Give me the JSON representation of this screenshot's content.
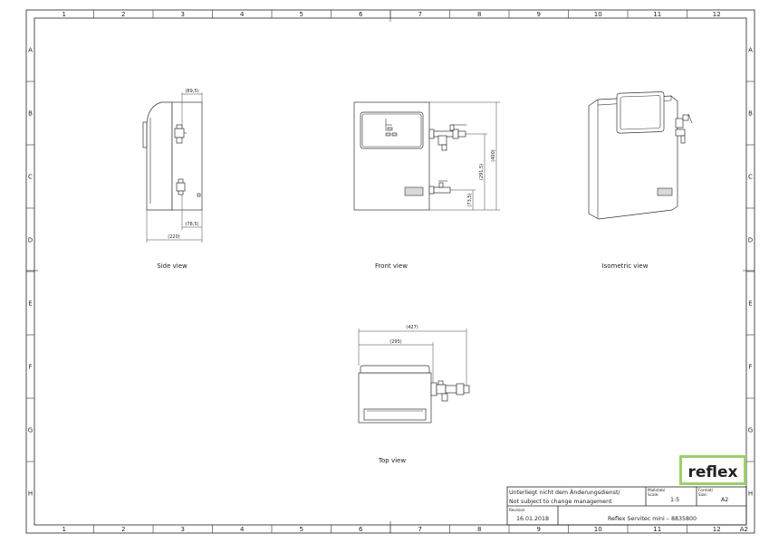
{
  "sheet": {
    "columns": [
      "1",
      "2",
      "3",
      "4",
      "5",
      "6",
      "7",
      "8",
      "9",
      "10",
      "11",
      "12"
    ],
    "rows": [
      "A",
      "B",
      "C",
      "D",
      "E",
      "F",
      "G",
      "H"
    ],
    "corner_mark": "A2"
  },
  "views": {
    "side": {
      "label": "Side view",
      "dim_top": "(89,5)",
      "dim_bottom_small": "(78,5)",
      "dim_bottom": "(220)"
    },
    "front": {
      "label": "Front view",
      "dim_total": "(400)",
      "dim_mid": "(291,5)",
      "dim_low": "(73,5)"
    },
    "isometric": {
      "label": "Isometric view"
    },
    "top": {
      "label": "Top view",
      "dim_outer": "(427)",
      "dim_inner": "(295)"
    }
  },
  "logo": {
    "text": "reflex",
    "color": "#6fb52c"
  },
  "title_block": {
    "notice_line1": "Unterliegt nicht dem Änderungsdienst/",
    "notice_line2": "Not subject to change management",
    "scale_label_de": "Maßstab/",
    "scale_label_en": "Scale:",
    "scale_value": "1:5",
    "format_label_de": "Format/",
    "format_label_en": "Size:",
    "format_value": "A2",
    "revision_label": "Revision",
    "revision_date": "16.01.2018",
    "drawing_title": "Reflex  Servitec  mini  –  8835800"
  }
}
